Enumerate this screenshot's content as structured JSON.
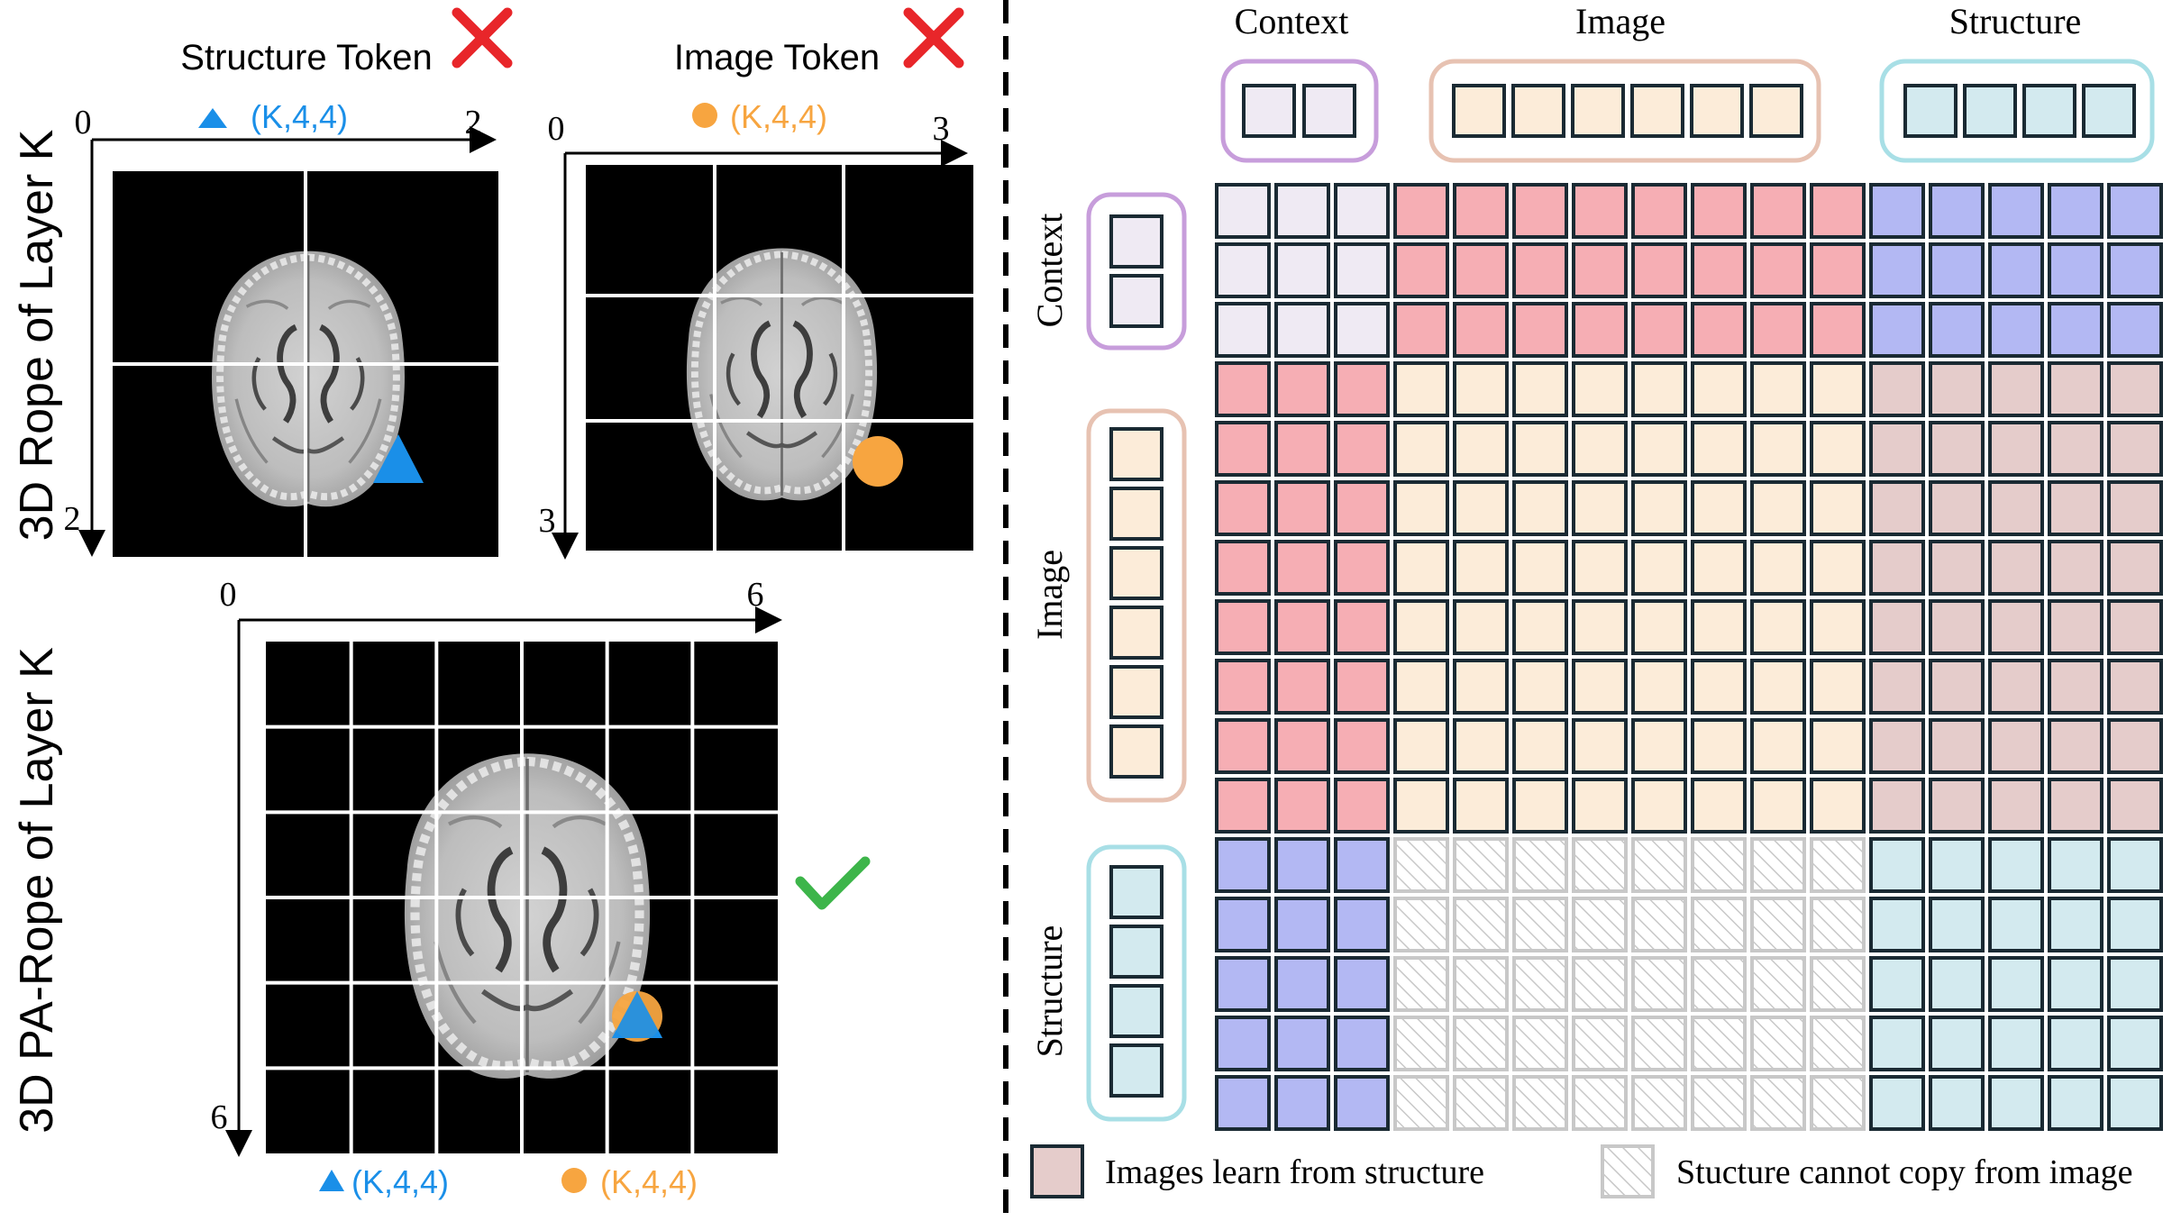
{
  "left_top": {
    "vertical_label": "3D Rope of Layer K",
    "structure_panel": {
      "header": "Structure Token",
      "header_mark": "cross",
      "coord": "(K,4,4)",
      "x_start": "0",
      "x_end": "2",
      "y_end": "2",
      "grid": 2,
      "marker": "triangle"
    },
    "image_panel": {
      "header": "Image Token",
      "header_mark": "cross",
      "coord": "(K,4,4)",
      "x_start": "0",
      "x_end": "3",
      "y_end": "3",
      "grid": 3,
      "marker": "circle"
    }
  },
  "left_bottom": {
    "vertical_label": "3D PA-Rope of Layer K",
    "x_start": "0",
    "x_end": "6",
    "y_end": "6",
    "grid": 6,
    "check_mark": "check",
    "coord_triangle": "(K,4,4)",
    "coord_circle": "(K,4,4)"
  },
  "right": {
    "col_headers": {
      "context": "Context",
      "image": "Image",
      "structure": "Structure"
    },
    "row_headers": {
      "context": "Context",
      "image": "Image",
      "structure": "Structure"
    },
    "token_counts": {
      "context": 3,
      "image": 8,
      "structure": 5
    },
    "legend": {
      "images_learn": "Images learn from structure",
      "structure_cannot": "Stucture cannot copy from image"
    }
  },
  "colors": {
    "blue_marker": "#1a8fe8",
    "orange_marker": "#f7a540",
    "red_cross": "#e8262a",
    "green_check": "#3db54a",
    "context_cell": "#efeaf3",
    "image_cell": "#fcecd9",
    "structure_cell": "#d3eaef",
    "red_cell": "#f6aeb4",
    "blue_cell": "#b3b8f3",
    "mauve_cell": "#e5cccb",
    "hatch_stroke": "#c8c8c8",
    "context_outline": "#c79ddb",
    "image_outline": "#e7c2b2",
    "structure_outline": "#a8dfe6"
  }
}
